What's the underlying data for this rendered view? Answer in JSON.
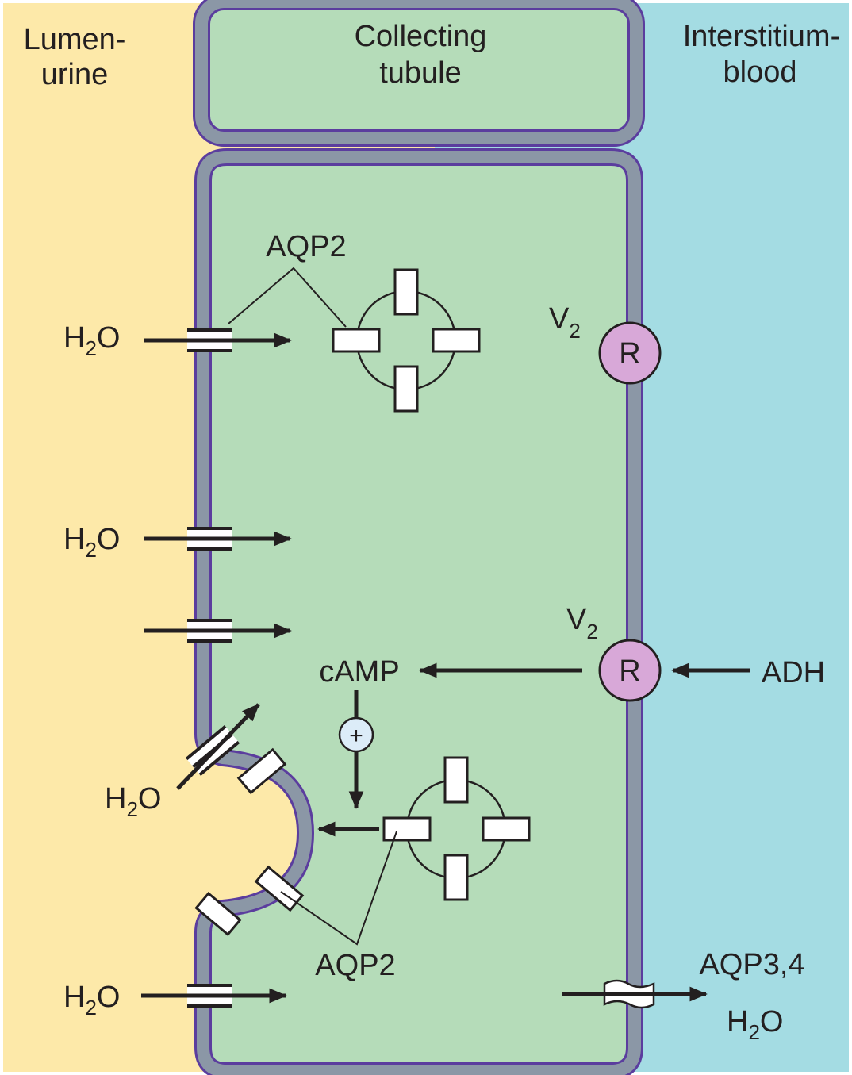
{
  "regions": {
    "lumen": {
      "line1": "Lumen-",
      "line2": "urine",
      "color": "#fde9a9"
    },
    "cell": {
      "line1": "Collecting",
      "line2": "tubule",
      "color": "#b5dcb9"
    },
    "interstitium": {
      "line1": "Interstitium-",
      "line2": "blood",
      "color": "#a4dce3"
    }
  },
  "colors": {
    "membrane": "#8b97a6",
    "membrane_edge": "#5b3d9e",
    "receptor": "#d8a8d8",
    "plus_circle": "#dcecf8",
    "arrow": "#231f20"
  },
  "labels": {
    "aqp2_top": "AQP2",
    "aqp2_bottom": "AQP2",
    "aqp34": "AQP3,4",
    "camp": "cAMP",
    "adh": "ADH",
    "plus": "+",
    "water_main": "H",
    "water_sub": "2",
    "water_tail": "O",
    "v_main": "V",
    "v_sub": "2",
    "receptor_letter": "R"
  }
}
